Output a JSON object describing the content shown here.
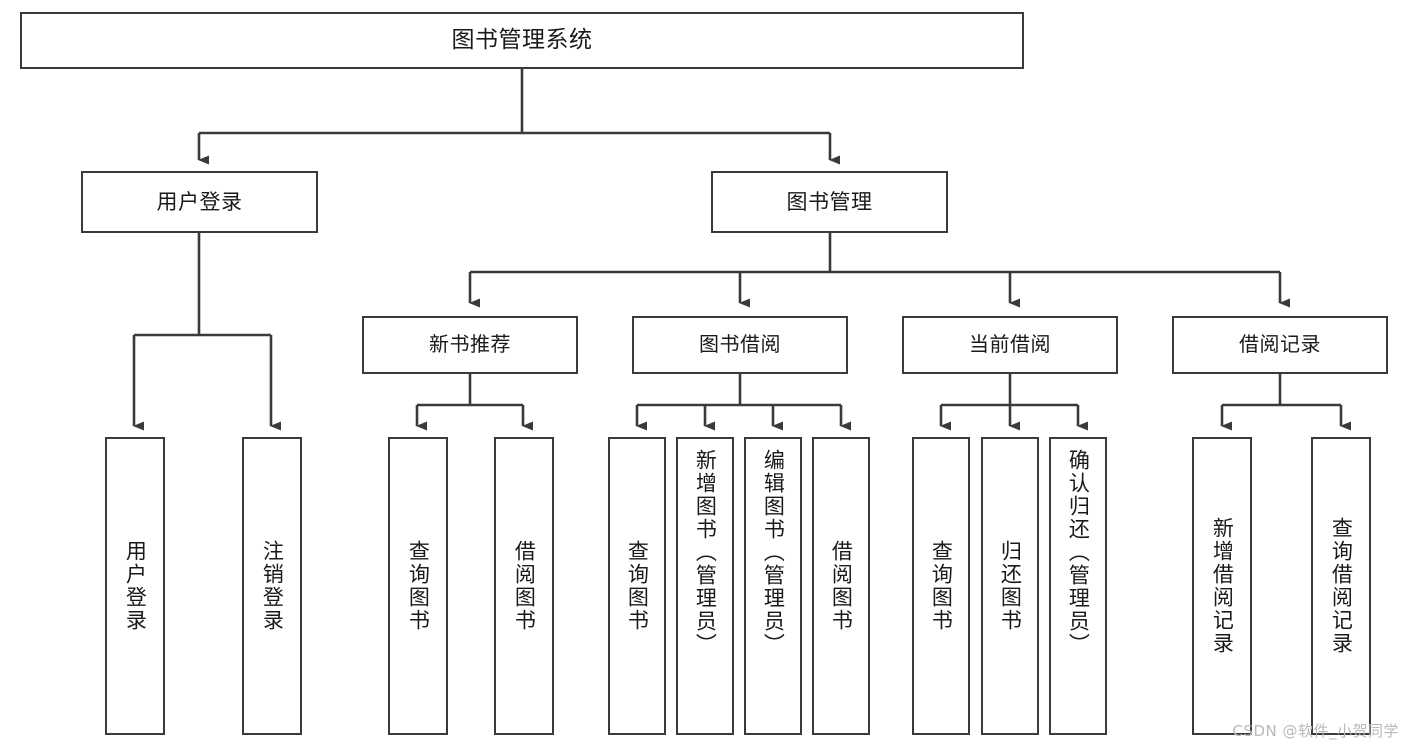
{
  "diagram": {
    "type": "tree-hierarchy-chart",
    "title": "图书管理系统",
    "watermark": "CSDN @软件_小贺同学",
    "colors": {
      "background": "#ffffff",
      "box_border": "#3a3a3a",
      "connector": "#3a3a3a",
      "text": "#1a1a1a",
      "watermark": "#b9b9b9"
    },
    "root": {
      "label": "图书管理系统"
    },
    "level1": [
      {
        "label": "用户登录"
      },
      {
        "label": "图书管理"
      }
    ],
    "level2": [
      {
        "label": "新书推荐"
      },
      {
        "label": "图书借阅"
      },
      {
        "label": "当前借阅"
      },
      {
        "label": "借阅记录"
      }
    ],
    "leaves": {
      "user_login": [
        {
          "label": "用户登录"
        },
        {
          "label": "注销登录"
        }
      ],
      "new_book_recommend": [
        {
          "label": "查询图书"
        },
        {
          "label": "借阅图书"
        }
      ],
      "book_borrow": [
        {
          "label": "查询图书"
        },
        {
          "label": "新增图书（管理员）"
        },
        {
          "label": "编辑图书（管理员）"
        },
        {
          "label": "借阅图书"
        }
      ],
      "current_borrow": [
        {
          "label": "查询图书"
        },
        {
          "label": "归还图书"
        },
        {
          "label": "确认归还（管理员）"
        }
      ],
      "borrow_records": [
        {
          "label": "新增借阅记录"
        },
        {
          "label": "查询借阅记录"
        }
      ]
    }
  }
}
